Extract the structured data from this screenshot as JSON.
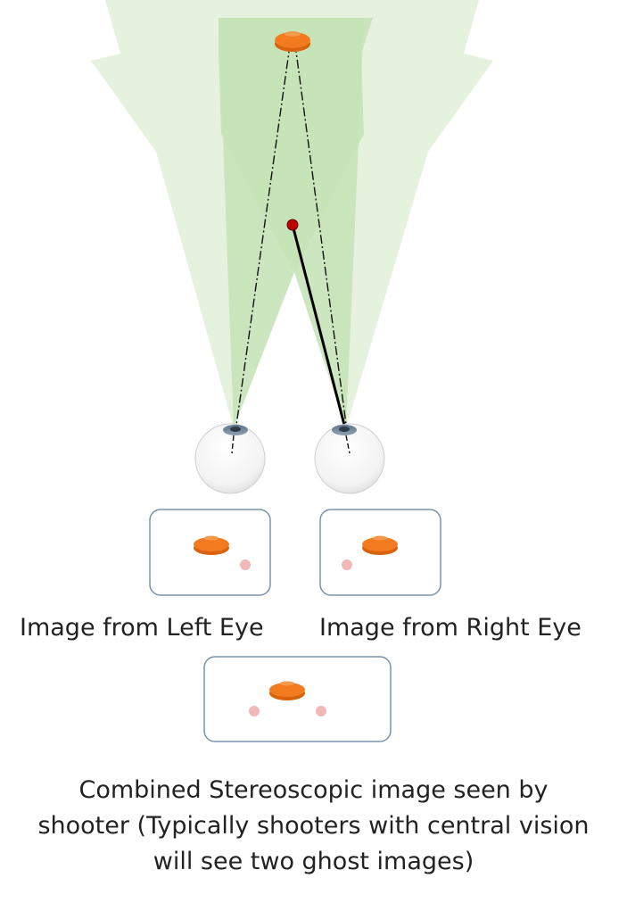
{
  "labels": {
    "left_eye_image": "Image from Left Eye",
    "right_eye_image": "Image from Right Eye",
    "combined_line1": "Combined Stereoscopic image seen by",
    "combined_line2": "shooter (Typically shooters with central vision",
    "combined_line3": "will see two ghost images)"
  },
  "colors": {
    "field_of_view_light": "#e4f1dc",
    "field_of_view_dark": "#c6e3b8",
    "clay_target": "#f27b1f",
    "clay_target_edge": "#d9620c",
    "focus_point": "#c00000",
    "ghost_image": "#f2b8b8",
    "frame_border": "#7a93ad",
    "sight_line": "#111111"
  },
  "icons": {
    "target": "clay-target-icon",
    "eye": "eyeball-icon",
    "focus": "focus-point-icon"
  }
}
